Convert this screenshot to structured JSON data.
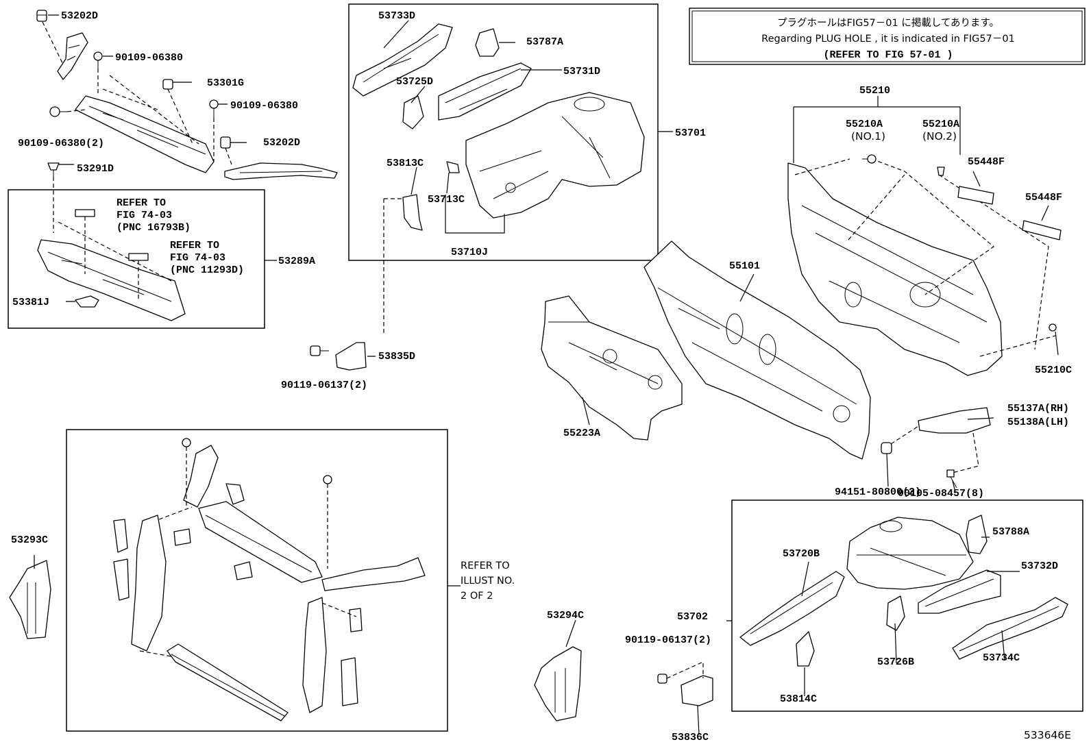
{
  "note": {
    "line1": "プラグホールはFIG57－01 に掲載してあります。",
    "line2": "Regarding PLUG HOLE , it is indicated in FIG57－01",
    "line3": "(REFER TO FIG 57-01 )"
  },
  "refs": {
    "ref1": [
      "REFER TO",
      "FIG 74-03",
      "(PNC 16793B)"
    ],
    "ref2": [
      "REFER TO",
      "FIG 74-03",
      "(PNC 11293D)"
    ],
    "ref3": [
      "REFER TO",
      "ILLUST NO.",
      "2 OF 2"
    ]
  },
  "parts": {
    "p53202D_a": "53202D",
    "p90109_06380_a": "90109-06380",
    "p53301G": "53301G",
    "p90109_06380_b": "90109-06380",
    "p90109_06380_2": "90109-06380(2)",
    "p53202D_b": "53202D",
    "p53291D": "53291D",
    "p53289A": "53289A",
    "p53381J": "53381J",
    "p53733D": "53733D",
    "p53787A": "53787A",
    "p53725D": "53725D",
    "p53731D": "53731D",
    "p53701": "53701",
    "p53813C": "53813C",
    "p53713C": "53713C",
    "p53710J": "53710J",
    "p53835D": "53835D",
    "p90119_06137_a": "90119-06137(2)",
    "p55210": "55210",
    "p55210A_1": "55210A",
    "p55210A_1_sub": "(NO.1)",
    "p55210A_2": "55210A",
    "p55210A_2_sub": "(NO.2)",
    "p55448F_a": "55448F",
    "p55448F_b": "55448F",
    "p55101": "55101",
    "p55223A": "55223A",
    "p55210C": "55210C",
    "p55137A": "55137A(RH)",
    "p55138A": "55138A(LH)",
    "p94151": "94151-80800(2)",
    "p90105": "90105-08457(8)",
    "p53293C": "53293C",
    "p53294C": "53294C",
    "p53702": "53702",
    "p53720B": "53720B",
    "p53788A": "53788A",
    "p53732D": "53732D",
    "p90119_06137_b": "90119-06137(2)",
    "p53726B": "53726B",
    "p53734C": "53734C",
    "p53814C": "53814C",
    "p53836C": "53836C"
  },
  "illustration_id": "533646E"
}
